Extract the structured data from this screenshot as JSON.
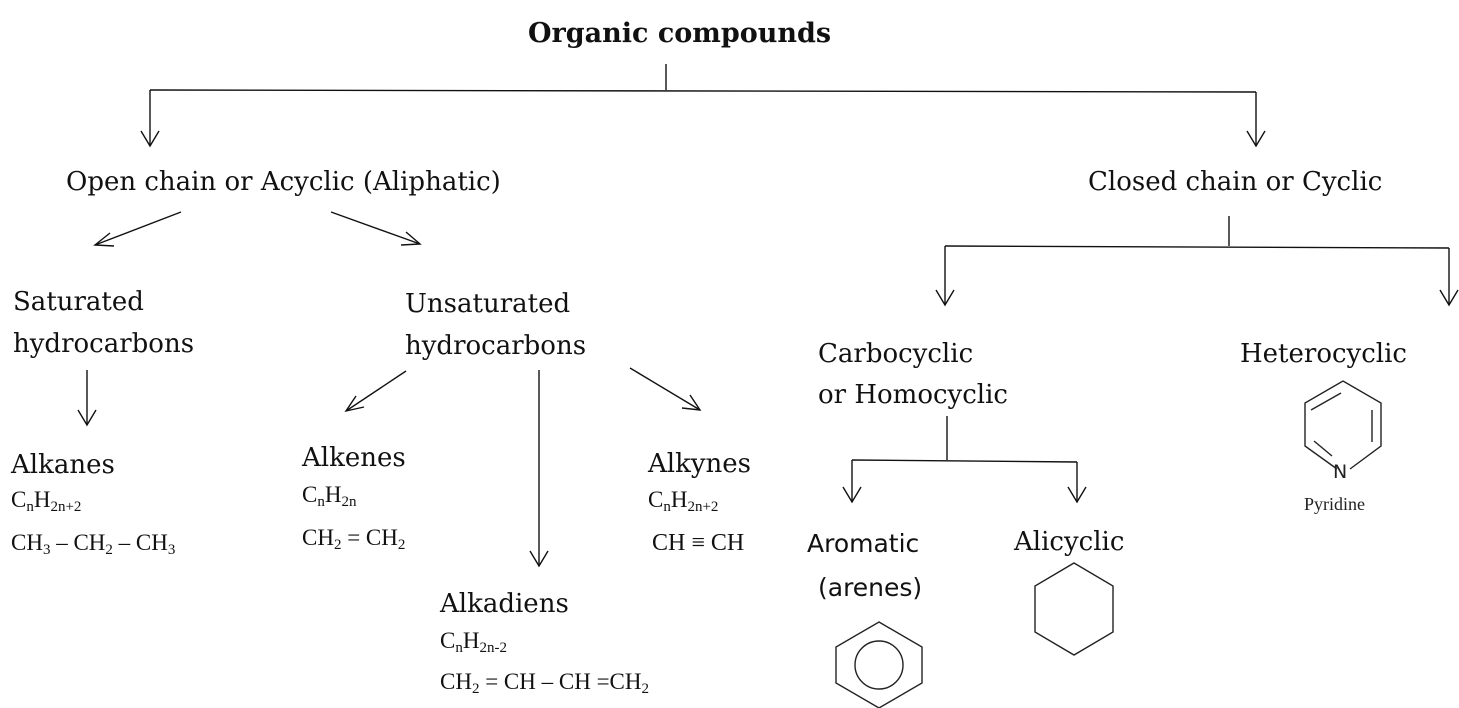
{
  "title": "Organic compounds",
  "open_chain": "Open chain or Acyclic (Aliphatic)",
  "closed_chain": "Closed chain or Cyclic",
  "saturated": {
    "line1": "Saturated",
    "line2": "hydrocarbons"
  },
  "unsaturated": {
    "line1": "Unsaturated",
    "line2": "hydrocarbons"
  },
  "carbocyclic": {
    "line1": "Carbocyclic",
    "line2": "or Homocyclic"
  },
  "heterocyclic": "Heterocyclic",
  "alkanes": {
    "name": "Alkanes",
    "general": {
      "c": "C",
      "cs": "n",
      "h": "H",
      "hs": "2n+2"
    },
    "example": {
      "a": "CH",
      "as": "3",
      "b": " – CH",
      "bs": "2",
      "c": " – CH",
      "cs": "3"
    }
  },
  "alkenes": {
    "name": "Alkenes",
    "general": {
      "c": "C",
      "cs": "n",
      "h": "H",
      "hs": "2n"
    },
    "example": {
      "a": "CH",
      "as": "2",
      "b": " = CH",
      "bs": "2"
    }
  },
  "alkynes": {
    "name": "Alkynes",
    "general": {
      "c": "C",
      "cs": "n",
      "h": "H",
      "hs": "2n+2"
    },
    "example": "CH ≡ CH"
  },
  "alkadiens": {
    "name": "Alkadiens",
    "general": {
      "c": "C",
      "cs": "n",
      "h": "H",
      "hs": "2n-2"
    },
    "example": {
      "a": "CH",
      "as": "2",
      "b": " = CH – CH =CH",
      "bs": "2"
    }
  },
  "aromatic": {
    "line1": "Aromatic",
    "line2": "(arenes)"
  },
  "alicyclic": "Alicyclic",
  "pyridine": {
    "caption": "Pyridine",
    "atom": "N"
  }
}
